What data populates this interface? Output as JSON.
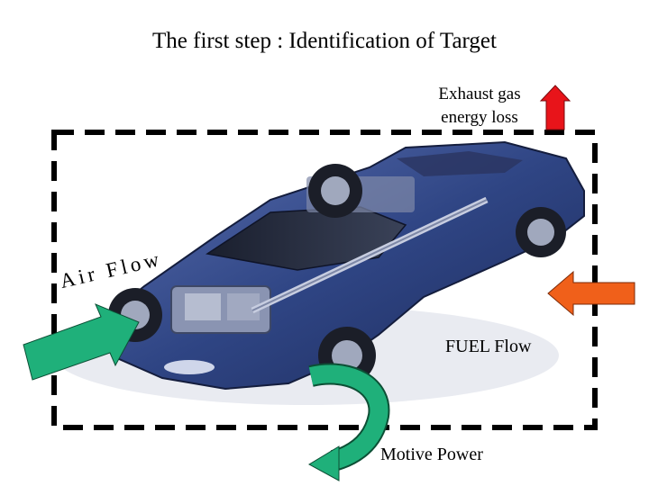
{
  "title": "The first step : Identification of Target",
  "labels": {
    "exhaust_line1": "Exhaust gas",
    "exhaust_line2": "energy loss",
    "air": "Air Flow",
    "fuel": "FUEL Flow",
    "motive": "Motive Power"
  },
  "colors": {
    "exhaust_arrow": "#e8141a",
    "fuel_arrow": "#f0601a",
    "air_arrow": "#1fb07a",
    "motive_arrow": "#1fb07a",
    "boundary": "#000000",
    "car_body": "#2c3f7a"
  },
  "icons": {
    "car": "car-cutaway-image"
  }
}
